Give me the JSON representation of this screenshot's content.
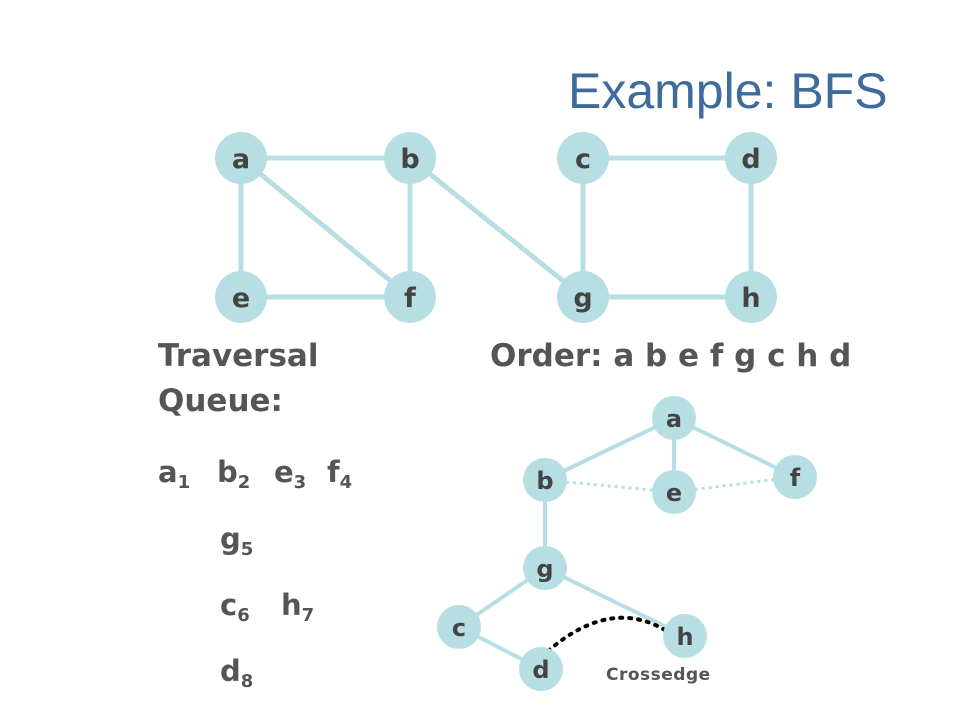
{
  "title": "Example: BFS",
  "colors": {
    "title": "#3f6a9c",
    "node": "#b7dfe3",
    "edge": "#b7dfe3",
    "text": "#555555",
    "crossedge": "#000000"
  },
  "graph": {
    "nodes": [
      "a",
      "b",
      "c",
      "d",
      "e",
      "f",
      "g",
      "h"
    ],
    "edges": [
      [
        "a",
        "b"
      ],
      [
        "a",
        "e"
      ],
      [
        "a",
        "f"
      ],
      [
        "b",
        "f"
      ],
      [
        "e",
        "f"
      ],
      [
        "b",
        "g"
      ],
      [
        "c",
        "g"
      ],
      [
        "c",
        "d"
      ],
      [
        "g",
        "h"
      ],
      [
        "d",
        "h"
      ]
    ]
  },
  "traversal_label": "Traversal",
  "order_label": "Order: a b e f g c h d",
  "queue_label": "Queue:",
  "queue": [
    {
      "node": "a",
      "index": "1"
    },
    {
      "node": "b",
      "index": "2"
    },
    {
      "node": "e",
      "index": "3"
    },
    {
      "node": "f",
      "index": "4"
    },
    {
      "node": "g",
      "index": "5"
    },
    {
      "node": "c",
      "index": "6"
    },
    {
      "node": "h",
      "index": "7"
    },
    {
      "node": "d",
      "index": "8"
    }
  ],
  "bfs_tree": {
    "nodes": [
      "a",
      "b",
      "e",
      "f",
      "g",
      "c",
      "h",
      "d"
    ],
    "tree_edges": [
      [
        "a",
        "b"
      ],
      [
        "a",
        "e"
      ],
      [
        "a",
        "f"
      ],
      [
        "b",
        "g"
      ],
      [
        "g",
        "c"
      ],
      [
        "g",
        "h"
      ],
      [
        "c",
        "d"
      ]
    ],
    "dotted_edges": [
      [
        "b",
        "e"
      ],
      [
        "e",
        "f"
      ]
    ],
    "crossedge": [
      "d",
      "h"
    ]
  },
  "crossedge_label": "Crossedge"
}
